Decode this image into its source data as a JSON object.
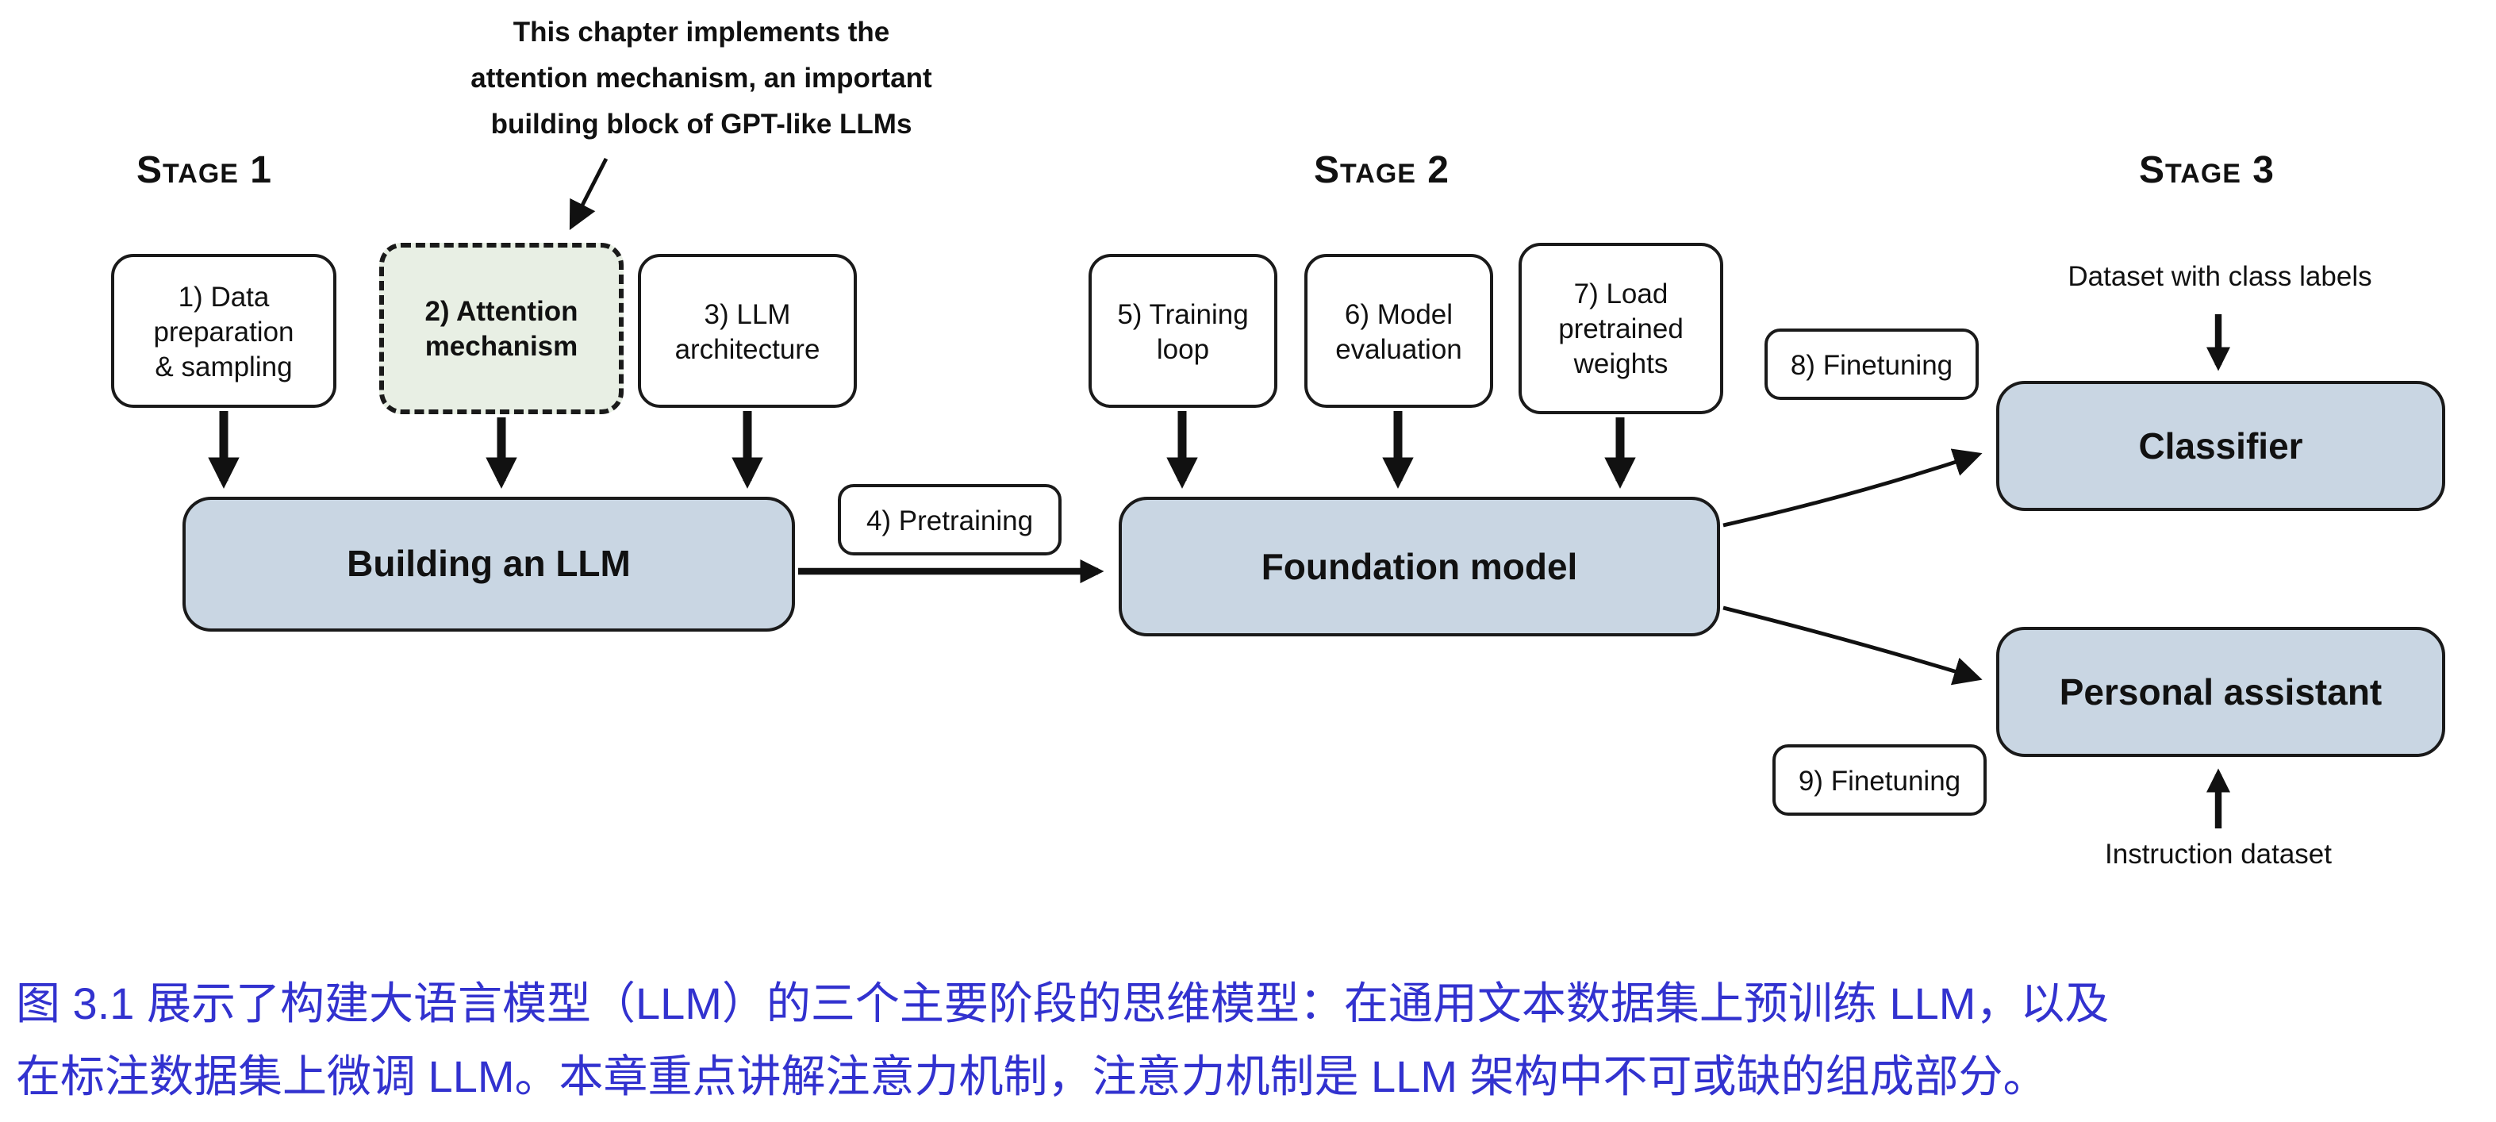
{
  "figure": {
    "annotation": "This chapter implements the\nattention mechanism, an important\nbuilding block of GPT-like LLMs",
    "stage1": "Stage 1",
    "stage2": "Stage 2",
    "stage3": "Stage 3",
    "nodes": {
      "data_preparation": "1) Data\npreparation\n& sampling",
      "attention_mechanism": "2) Attention\nmechanism",
      "llm_architecture": "3) LLM\narchitecture",
      "pretraining": "4) Pretraining",
      "training_loop": "5) Training\nloop",
      "model_evaluation": "6) Model\nevaluation",
      "load_pretrained_weights": "7) Load\npretrained\nweights",
      "finetuning_classifier": "8) Finetuning",
      "finetuning_assistant": "9) Finetuning",
      "building_llm": "Building an LLM",
      "foundation_model": "Foundation model",
      "classifier": "Classifier",
      "personal_assistant": "Personal assistant"
    },
    "labels": {
      "dataset_with_class_labels": "Dataset with class labels",
      "instruction_dataset": "Instruction dataset"
    }
  },
  "caption": {
    "line1": "图 3.1 展示了构建大语言模型（LLM）的三个主要阶段的思维模型：在通用文本数据集上预训练 LLM，以及",
    "line2": "在标注数据集上微调 LLM。本章重点讲解注意力机制，注意力机制是 LLM 架构中不可或缺的组成部分。"
  },
  "colors": {
    "node_fill_blue": "#c9d6e3",
    "attention_fill_green": "#e8efe4",
    "border_color": "#1a1a1a",
    "caption_color": "#3232cf"
  }
}
